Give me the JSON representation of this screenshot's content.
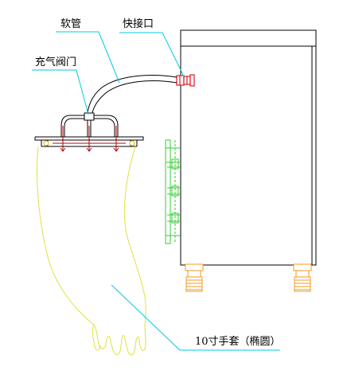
{
  "labels": {
    "hose": "软管",
    "quick_connector": "快接口",
    "inflation_valve": "充气阀门",
    "glove": "10寸手套（椭圆）"
  },
  "colors": {
    "line": "#000000",
    "leader": "#00c8e6",
    "connector": "#e8141e",
    "valve_stem": "#c00000",
    "glove": "#e0e040",
    "hinge": "#33cc33",
    "caster": "#f59a1e"
  }
}
